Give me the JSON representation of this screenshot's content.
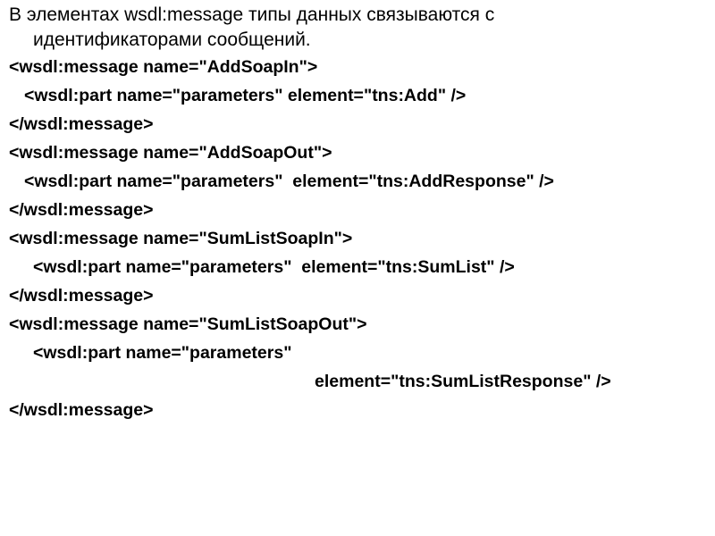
{
  "intro": {
    "line1": "В элементах wsdl:message типы данных связываются с",
    "line2": "идентификаторами сообщений."
  },
  "code": [
    "<wsdl:message name=\"AddSoapIn\">",
    "<wsdl:part name=\"parameters\" element=\"tns:Add\" />",
    "</wsdl:message>",
    "<wsdl:message name=\"AddSoapOut\">",
    "<wsdl:part name=\"parameters\"  element=\"tns:AddResponse\" />",
    "</wsdl:message>",
    "<wsdl:message name=\"SumListSoapIn\">",
    "<wsdl:part name=\"parameters\"  element=\"tns:SumList\" />",
    "</wsdl:message>",
    "<wsdl:message name=\"SumListSoapOut\">",
    "<wsdl:part name=\"parameters\"",
    "element=\"tns:SumListResponse\" />",
    "</wsdl:message>"
  ]
}
